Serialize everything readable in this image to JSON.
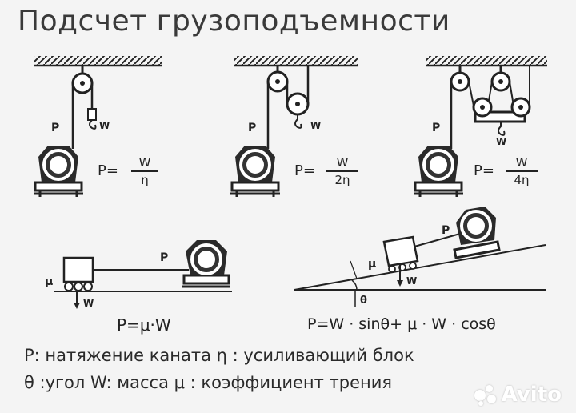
{
  "title": "Подсчет грузоподъемности",
  "diagrams": [
    {
      "p_label": "P",
      "w_label": "W",
      "formula_lhs": "P=",
      "numerator": "W",
      "denominator": "η"
    },
    {
      "p_label": "P",
      "w_label": "W",
      "formula_lhs": "P=",
      "numerator": "W",
      "denominator": "2η"
    },
    {
      "p_label": "P",
      "w_label": "W",
      "formula_lhs": "P=",
      "numerator": "W",
      "denominator": "4η"
    },
    {
      "p_label": "P",
      "w_label": "W",
      "mu_label": "μ",
      "formula": "P=μ·W"
    },
    {
      "p_label": "P",
      "w_label": "W",
      "mu_label": "μ",
      "theta_label": "θ",
      "formula": "P=W · sinθ+ μ · W · cosθ"
    }
  ],
  "legend": {
    "line1": "P: натяжение каната   η : усиливающий блок",
    "line2": "θ :угол   W: масса  μ : коэффициент трения"
  },
  "watermark": "Avito"
}
